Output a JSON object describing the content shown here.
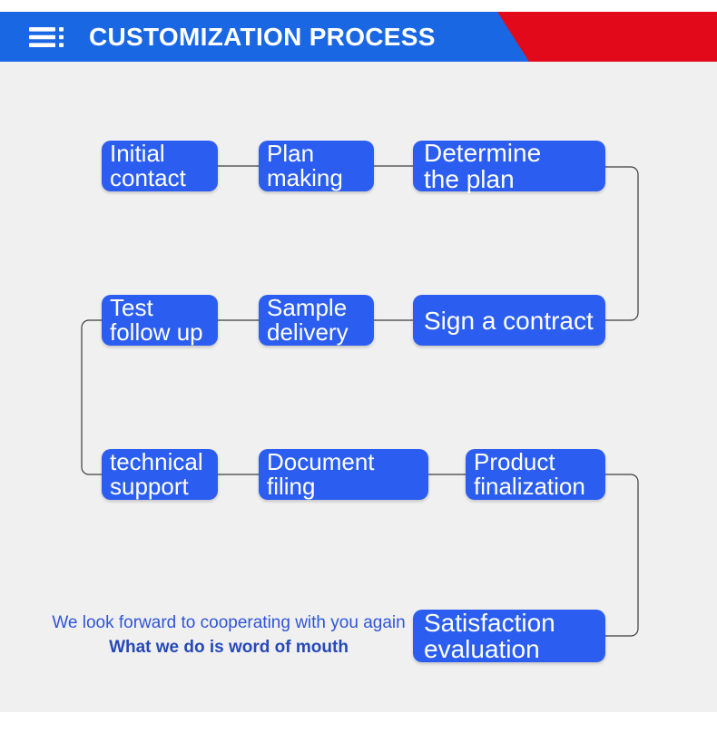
{
  "colors": {
    "header_blue": "#1a67e4",
    "band_red": "#e2091b",
    "box_blue": "#2b5ef0",
    "page_gray": "#f0f0f1",
    "connector_gray": "#3c3c3c",
    "footer_blue": "#3056d6",
    "footer_navy": "#2549b8"
  },
  "header": {
    "title": "CUSTOMIZATION PROCESS",
    "menu_icon": "hamburger-menu-icon"
  },
  "flow": {
    "boxes": [
      {
        "id": "initial-contact",
        "label": "Initial\ncontact"
      },
      {
        "id": "plan-making",
        "label": "Plan\nmaking"
      },
      {
        "id": "determine-the-plan",
        "label": "Determine\nthe plan"
      },
      {
        "id": "test-follow-up",
        "label": "Test\nfollow up"
      },
      {
        "id": "sample-delivery",
        "label": "Sample\ndelivery"
      },
      {
        "id": "sign-a-contract",
        "label": "Sign a contract"
      },
      {
        "id": "technical-support",
        "label": "technical\nsupport"
      },
      {
        "id": "document-filing",
        "label": "Document\nfiling"
      },
      {
        "id": "product-finalization",
        "label": "Product\nfinalization"
      },
      {
        "id": "satisfaction-evaluation",
        "label": "Satisfaction\nevaluation"
      }
    ]
  },
  "footer": {
    "line1": "We look forward to cooperating with you again",
    "line2": "What we do is word of mouth"
  }
}
